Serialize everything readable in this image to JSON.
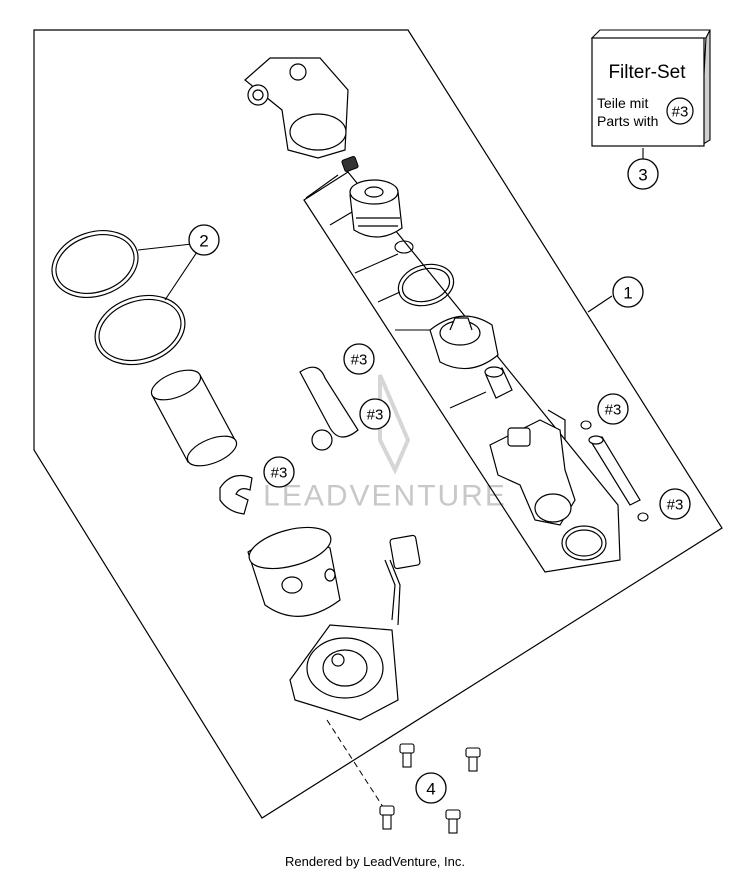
{
  "watermark": "LEADVENTURE",
  "footer": "Rendered by LeadVenture, Inc.",
  "filter_set": {
    "title": "Filter-Set",
    "line1": "Teile mit",
    "line2": "Parts with",
    "badge": "#3"
  },
  "callouts": {
    "c1": "1",
    "c2": "2",
    "c3": "3",
    "c4": "4"
  },
  "hash_labels": {
    "h_center": "#3",
    "h_pin": "#3",
    "h_clip": "#3",
    "h_oring_small": "#3",
    "h_oring_bottom": "#3"
  },
  "colors": {
    "line": "#000000",
    "watermark": "#c8c8c8",
    "box_side": "#d0d0d0"
  }
}
